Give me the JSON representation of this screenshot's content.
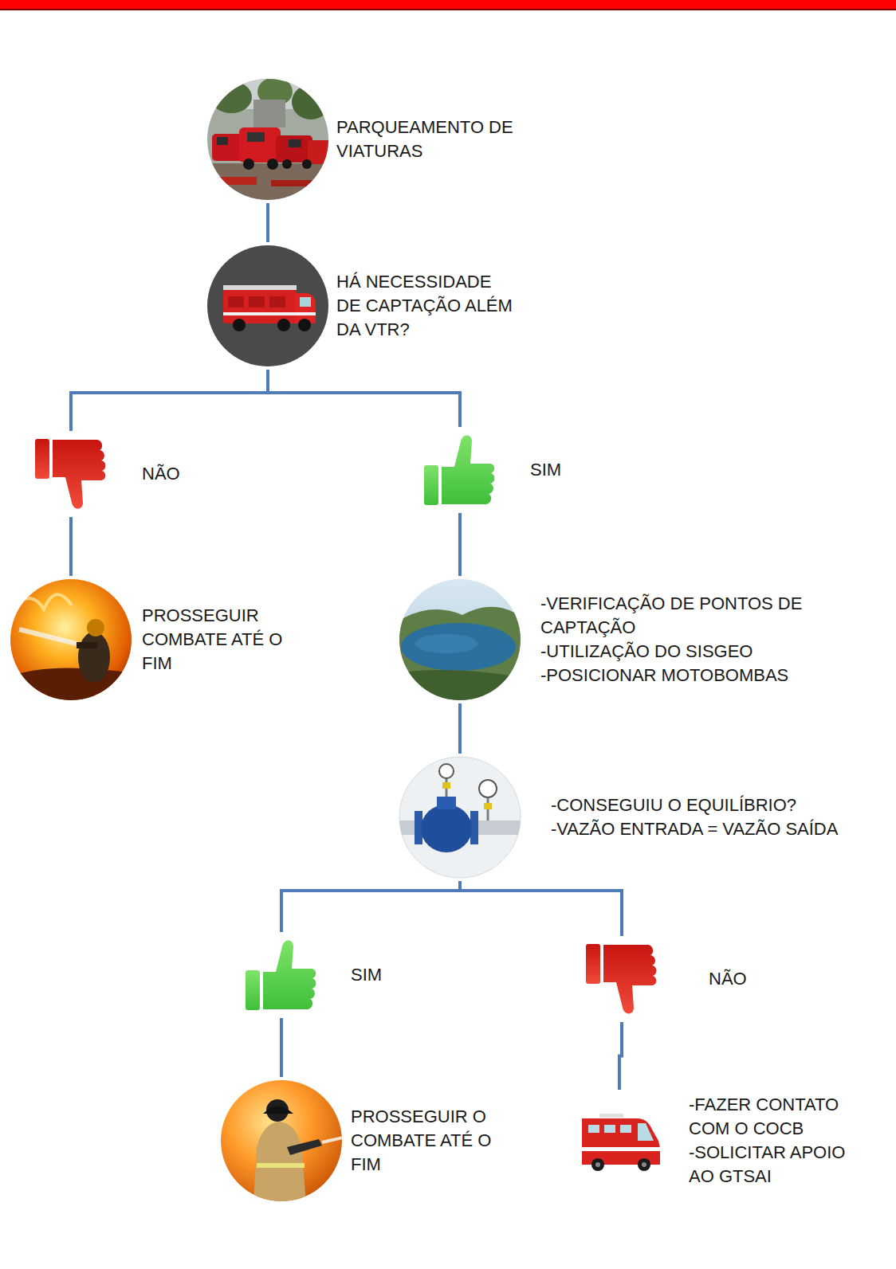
{
  "diagram": {
    "nodes": [
      {
        "text": [
          "PARQUEAMENTO DE VIATURAS"
        ]
      },
      {
        "text": [
          "HÁ NECESSIDADE DE CAPTAÇÃO ALÉM DA VTR?"
        ]
      },
      {
        "text": [
          "NÃO"
        ]
      },
      {
        "text": [
          "SIM"
        ]
      },
      {
        "text": [
          "PROSSEGUIR COMBATE ATÉ O FIM"
        ]
      },
      {
        "text": [
          "-VERIFICAÇÃO DE PONTOS DE CAPTAÇÃO",
          "-UTILIZAÇÃO DO SISGEO",
          "-POSICIONAR MOTOBOMBAS"
        ]
      },
      {
        "text": [
          "-CONSEGUIU O EQUILÍBRIO?",
          "-VAZÃO ENTRADA = VAZÃO SAÍDA"
        ]
      },
      {
        "text": [
          "SIM"
        ]
      },
      {
        "text": [
          "NÃO"
        ]
      },
      {
        "text": [
          "PROSSEGUIR O COMBATE ATÉ O FIM"
        ]
      },
      {
        "text": [
          "-FAZER CONTATO COM O COCB",
          "-SOLICITAR APOIO AO GTSAI"
        ]
      }
    ],
    "edges": [
      {
        "from": 0,
        "to": 1,
        "arrow": "none"
      },
      {
        "from": 1,
        "to": 2,
        "arrow": "none"
      },
      {
        "from": 1,
        "to": 3,
        "arrow": "none"
      },
      {
        "from": 2,
        "to": 4,
        "arrow": "none"
      },
      {
        "from": 3,
        "to": 5,
        "arrow": "none"
      },
      {
        "from": 5,
        "to": 6,
        "arrow": "none"
      },
      {
        "from": 6,
        "to": 7,
        "arrow": "none"
      },
      {
        "from": 6,
        "to": 8,
        "arrow": "none"
      },
      {
        "from": 7,
        "to": 9,
        "arrow": "none"
      },
      {
        "from": 8,
        "to": 10,
        "arrow": "none"
      }
    ]
  }
}
